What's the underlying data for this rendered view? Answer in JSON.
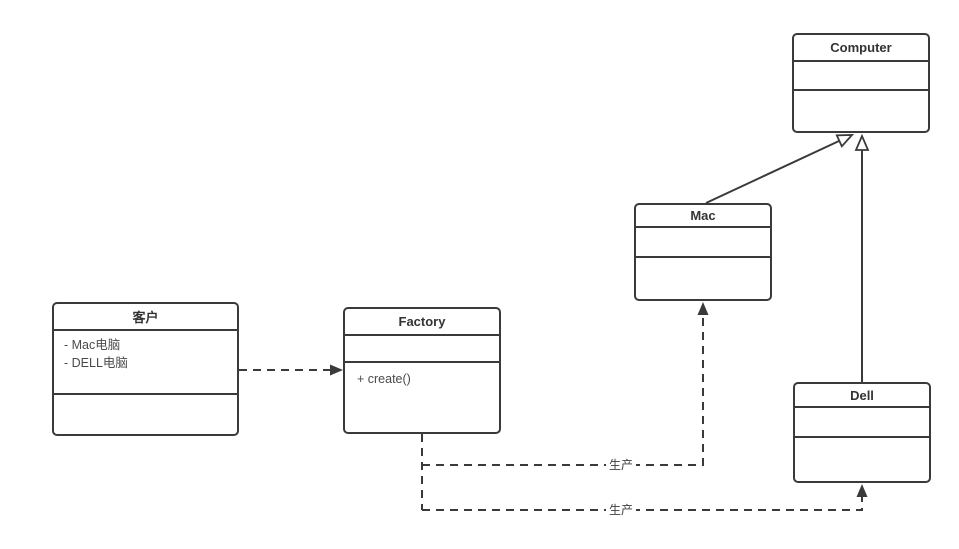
{
  "diagram": {
    "type": "uml-class-diagram",
    "background_color": "#ffffff",
    "line_color": "#3a3a3a",
    "classes": {
      "customer": {
        "title": "客户",
        "attributes": [
          "- Mac电脑",
          "- DELL电脑"
        ],
        "methods": []
      },
      "factory": {
        "title": "Factory",
        "attributes": [],
        "methods": [
          "+ create()"
        ]
      },
      "computer": {
        "title": "Computer",
        "attributes": [],
        "methods": []
      },
      "mac": {
        "title": "Mac",
        "attributes": [],
        "methods": []
      },
      "dell": {
        "title": "Dell",
        "attributes": [],
        "methods": []
      }
    },
    "relationships": {
      "customer_to_factory": {
        "from": "客户",
        "to": "Factory",
        "style": "dashed-arrow",
        "label": ""
      },
      "factory_to_mac": {
        "from": "Factory",
        "to": "Mac",
        "style": "dashed-arrow",
        "label": "生产"
      },
      "factory_to_dell": {
        "from": "Factory",
        "to": "Dell",
        "style": "dashed-arrow",
        "label": "生产"
      },
      "mac_to_computer": {
        "from": "Mac",
        "to": "Computer",
        "style": "inheritance",
        "label": ""
      },
      "dell_to_computer": {
        "from": "Dell",
        "to": "Computer",
        "style": "inheritance",
        "label": ""
      }
    }
  }
}
